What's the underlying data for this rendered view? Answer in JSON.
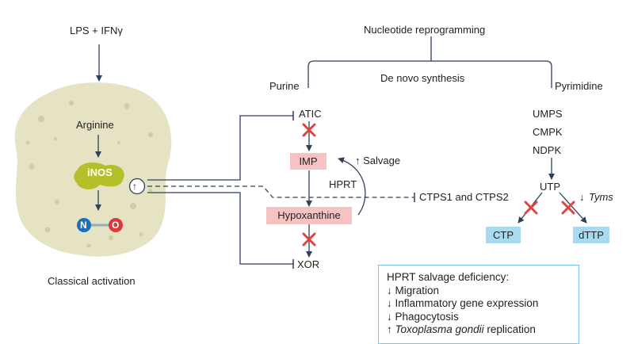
{
  "stimulus": "LPS + IFNγ",
  "macrophage": {
    "arginine": "Arginine",
    "inos": "iNOS",
    "up_symbol": "↑",
    "no_n": "N",
    "no_o": "O",
    "caption": "Classical activation"
  },
  "reprogramming": {
    "title": "Nucleotide reprogramming",
    "de_novo": "De novo synthesis",
    "purine": "Purine",
    "pyrimidine": "Pyrimidine"
  },
  "purine_branch": {
    "atic": "ATIC",
    "imp": "IMP",
    "salvage": "↑ Salvage",
    "hprt": "HPRT",
    "hypoxanthine": "Hypoxanthine",
    "xor": "XOR"
  },
  "pyrimidine_branch": {
    "umps": "UMPS",
    "cmpk": "CMPK",
    "ndpk": "NDPK",
    "utp": "UTP",
    "tyms_arrow": "↓",
    "tyms": "Tyms",
    "ctps": "CTPS1 and CTPS2",
    "ctp": "CTP",
    "dttp": "dTTP"
  },
  "legend": {
    "title": "HPRT salvage deficiency:",
    "items": [
      "↓ Migration",
      "↓ Inflammatory gene expression",
      "↓ Phagocytosis"
    ],
    "last_arrow": "↑",
    "last_italic": "Toxoplasma gondii",
    "last_rest": " replication"
  },
  "colors": {
    "line": "#2f3f5e",
    "cell_fill": "#e6e3c4",
    "inos_fill": "#b5bf2a",
    "pink_box": "#f6c2c2",
    "blue_box": "#a8daf0",
    "cross": "#e0443f",
    "n_atom": "#1d6fb8",
    "o_atom": "#d93a3a",
    "legend_border": "#7cc3e6"
  }
}
